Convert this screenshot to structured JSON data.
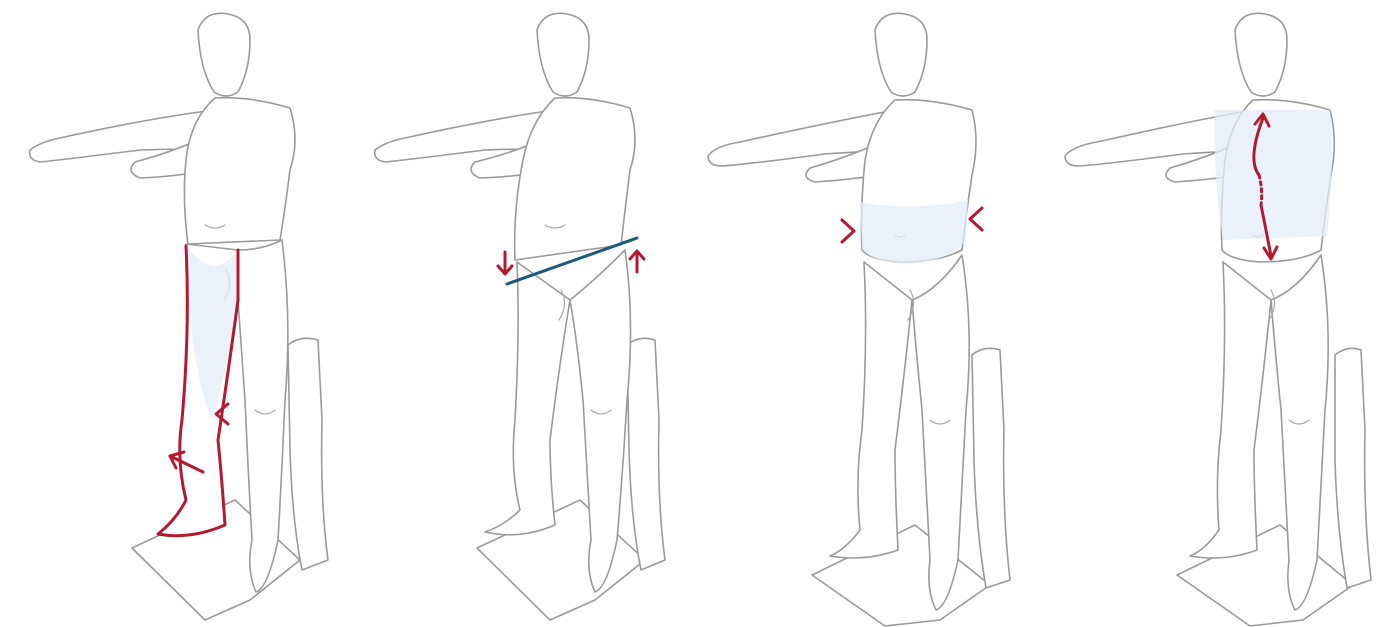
{
  "figure": {
    "panels": [
      {
        "id": "panel-1",
        "annotation": "leg-outline-with-arrows"
      },
      {
        "id": "panel-2",
        "annotation": "tilted-hip-line-with-arrows"
      },
      {
        "id": "panel-3",
        "annotation": "waist-band-with-inward-chevrons"
      },
      {
        "id": "panel-4",
        "annotation": "torso-stretch-double-arrow"
      }
    ]
  },
  "colors": {
    "accent_red": "#b3192f",
    "accent_blue": "#1e5a78",
    "shade_blue": "#dbeaf6",
    "outline_gray": "#9a9a9a"
  },
  "icons": [
    "arrow-down-icon",
    "arrow-up-icon",
    "chevron-right-icon",
    "chevron-left-icon",
    "double-arrow-icon"
  ]
}
